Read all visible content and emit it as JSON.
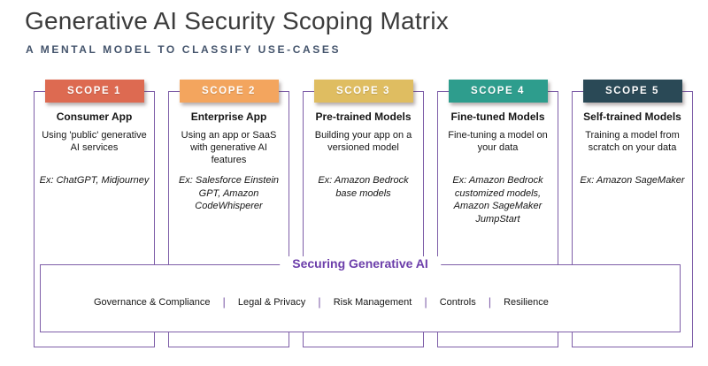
{
  "page": {
    "title": "Generative AI Security Scoping Matrix",
    "subtitle": "A MENTAL MODEL TO CLASSIFY USE-CASES"
  },
  "scopes": [
    {
      "badge": "SCOPE 1",
      "badge_color": "#dd6a51",
      "heading": "Consumer App",
      "description": "Using 'public' generative AI services",
      "example": "Ex: ChatGPT, Midjourney"
    },
    {
      "badge": "SCOPE 2",
      "badge_color": "#f3a55e",
      "heading": "Enterprise App",
      "description": "Using an app or SaaS with generative AI features",
      "example": "Ex: Salesforce Einstein GPT, Amazon CodeWhisperer"
    },
    {
      "badge": "SCOPE 3",
      "badge_color": "#dfbd61",
      "heading": "Pre-trained Models",
      "description": "Building your app on a versioned model",
      "example": "Ex: Amazon Bedrock base models"
    },
    {
      "badge": "SCOPE 4",
      "badge_color": "#2e9d8d",
      "heading": "Fine-tuned Models",
      "description": "Fine-tuning a model on your data",
      "example": "Ex: Amazon Bedrock customized models, Amazon SageMaker JumpStart"
    },
    {
      "badge": "SCOPE 5",
      "badge_color": "#2a4956",
      "heading": "Self-trained Models",
      "description": "Training a model from scratch on your data",
      "example": "Ex: Amazon SageMaker"
    }
  ],
  "securing": {
    "title": "Securing Generative AI",
    "separator": "|",
    "items": [
      "Governance & Compliance",
      "Legal & Privacy",
      "Risk Management",
      "Controls",
      "Resilience"
    ]
  },
  "colors": {
    "border_purple": "#7e5ea8",
    "accent_purple": "#6c3eaa",
    "title_text": "#3b3b3b",
    "subtitle_text": "#44546c",
    "badge_text": "#ffffff"
  }
}
